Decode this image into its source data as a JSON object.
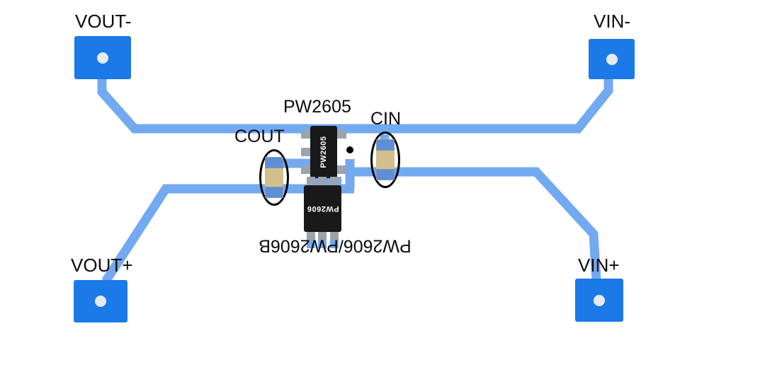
{
  "pads": {
    "vout_minus": {
      "label": "VOUT-"
    },
    "vin_minus": {
      "label": "VIN-"
    },
    "vout_plus": {
      "label": "VOUT+"
    },
    "vin_plus": {
      "label": "VIN+"
    }
  },
  "components": {
    "u1": {
      "silkscreen_label": "PW2605",
      "chip_marking": "PW2605"
    },
    "u2": {
      "silkscreen_label": "PW2606/PW2606B",
      "chip_marking": "PW2606"
    },
    "cin": {
      "label": "CIN"
    },
    "cout": {
      "label": "COUT"
    }
  },
  "colors": {
    "trace_blue": "#73A9F1",
    "pad_blue": "#1B79E8",
    "chip_black": "#191919",
    "chip_marking_white": "#FFFFFF",
    "capacitor_body_tan": "#D2BF8C",
    "capacitor_end_blue": "#5E8FD6",
    "silkscreen_black": "#000000",
    "background_white": "#FFFFFF"
  }
}
